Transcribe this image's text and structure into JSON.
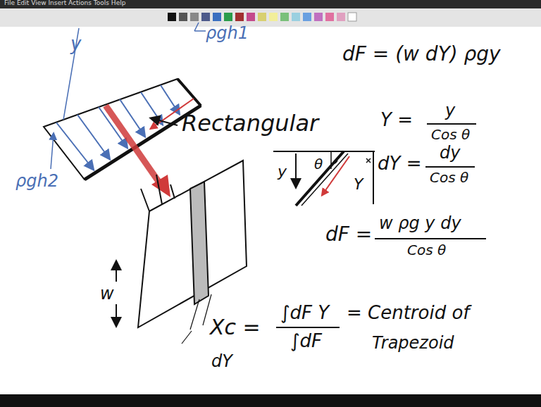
{
  "diagram": {
    "labels": [
      "File Edit View Insert Actions Tools Help",
      "y",
      "ρgh1",
      "ρgh2",
      "Rectangular",
      "dF = (w dY) ρgy",
      "Y =",
      "y",
      "Cos θ",
      "dY =",
      "dy",
      "Cos θ",
      "dF =",
      "w ρg y dy",
      "Cos θ",
      "Xc =",
      "∫dF Y",
      "∫dF",
      "= Centroid of",
      "Trapezoid",
      "y",
      "θ",
      "Y",
      "w",
      "dY"
    ]
  }
}
